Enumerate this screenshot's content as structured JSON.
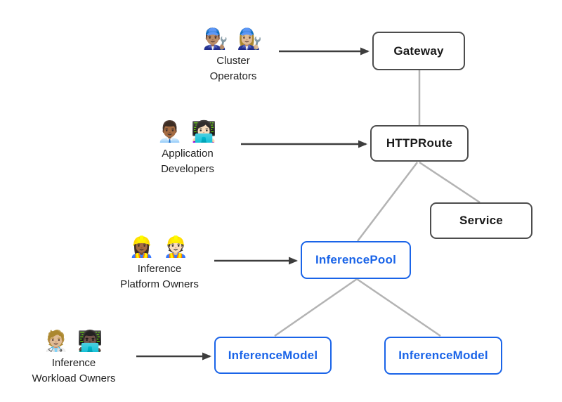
{
  "personas": [
    {
      "id": "cluster-operators",
      "emojis": "👨🏽‍🔧 👩🏼‍🔧",
      "line1": "Cluster",
      "line2": "Operators"
    },
    {
      "id": "application-developers",
      "emojis": "👨🏾‍💼 👩🏻‍💻",
      "line1": "Application",
      "line2": "Developers"
    },
    {
      "id": "inference-platform-owners",
      "emojis": "👷🏾‍♀️ 👷🏻",
      "line1": "Inference",
      "line2": "Platform Owners"
    },
    {
      "id": "inference-workload-owners",
      "emojis": "🧑🏼‍⚕️ 👨🏿‍💻",
      "line1": "Inference",
      "line2": "Workload Owners"
    }
  ],
  "nodes": {
    "gateway": {
      "label": "Gateway",
      "variant": "dark"
    },
    "httproute": {
      "label": "HTTPRoute",
      "variant": "dark"
    },
    "service": {
      "label": "Service",
      "variant": "dark"
    },
    "inference_pool": {
      "label": "InferencePool",
      "variant": "blue"
    },
    "inference_model_1": {
      "label": "InferenceModel",
      "variant": "blue"
    },
    "inference_model_2": {
      "label": "InferenceModel",
      "variant": "blue"
    }
  },
  "edges": [
    {
      "from": "cluster-operators",
      "to": "gateway",
      "type": "arrow"
    },
    {
      "from": "application-developers",
      "to": "httproute",
      "type": "arrow"
    },
    {
      "from": "inference-platform-owners",
      "to": "inference_pool",
      "type": "arrow"
    },
    {
      "from": "inference-workload-owners",
      "to": "inference_model_1",
      "type": "arrow"
    },
    {
      "from": "gateway",
      "to": "httproute",
      "type": "line"
    },
    {
      "from": "httproute",
      "to": "inference_pool",
      "type": "line"
    },
    {
      "from": "httproute",
      "to": "service",
      "type": "line"
    },
    {
      "from": "inference_pool",
      "to": "inference_model_1",
      "type": "line"
    },
    {
      "from": "inference_pool",
      "to": "inference_model_2",
      "type": "line"
    }
  ],
  "colors": {
    "background": "#ffffff",
    "dark_box_border": "#4d4d4d",
    "dark_box_text": "#1a1a1a",
    "blue_box_border": "#1a64e8",
    "blue_box_text": "#1a64e8",
    "connector_gray": "#b3b3b3",
    "arrow_dark": "#3d3d3d"
  }
}
